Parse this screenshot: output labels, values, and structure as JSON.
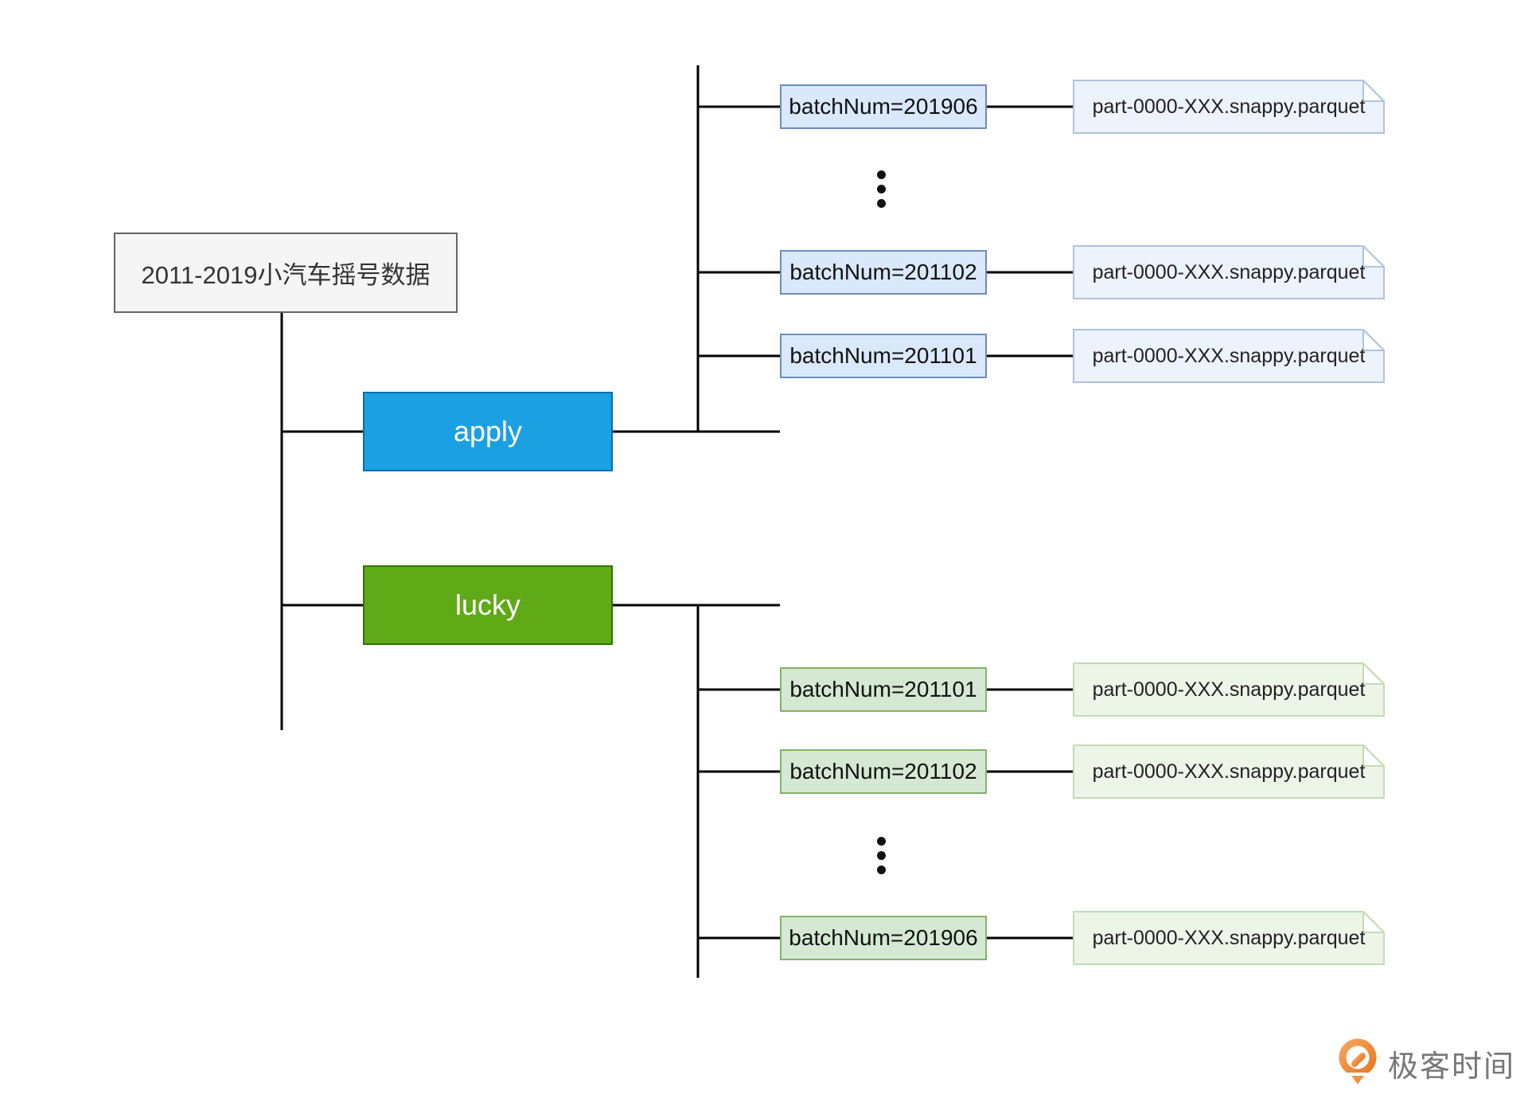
{
  "diagram": {
    "root": {
      "label": "2011-2019小汽车摇号数据"
    },
    "branches": [
      {
        "label": "apply",
        "fill": "#1ba1e2",
        "stroke": "#006eaf",
        "ellipsis_dots": true,
        "children": [
          {
            "dir": "batchNum=201906",
            "file": "part-0000-XXX.snappy.parquet"
          },
          {
            "dir": "batchNum=201102",
            "file": "part-0000-XXX.snappy.parquet"
          },
          {
            "dir": "batchNum=201101",
            "file": "part-0000-XXX.snappy.parquet"
          }
        ]
      },
      {
        "label": "lucky",
        "fill": "#60a917",
        "stroke": "#2d7600",
        "ellipsis_dots": true,
        "children": [
          {
            "dir": "batchNum=201101",
            "file": "part-0000-XXX.snappy.parquet"
          },
          {
            "dir": "batchNum=201102",
            "file": "part-0000-XXX.snappy.parquet"
          },
          {
            "dir": "batchNum=201906",
            "file": "part-0000-XXX.snappy.parquet"
          }
        ]
      }
    ]
  },
  "colors": {
    "root_fill": "#f5f5f5",
    "root_stroke": "#666666",
    "batch_blue_fill": "#dae8fc",
    "batch_blue_stroke": "#6c8ebf",
    "batch_green_fill": "#d5e8d4",
    "batch_green_stroke": "#82b366",
    "note_blue_fill": "#edf3fc",
    "note_blue_stroke": "#aec3de",
    "note_green_fill": "#edf5e8",
    "note_green_stroke": "#c2dcb3",
    "connector": "#000000",
    "logo_orange": "#ed7d31"
  },
  "footer": {
    "logo_text": "极客时间"
  }
}
